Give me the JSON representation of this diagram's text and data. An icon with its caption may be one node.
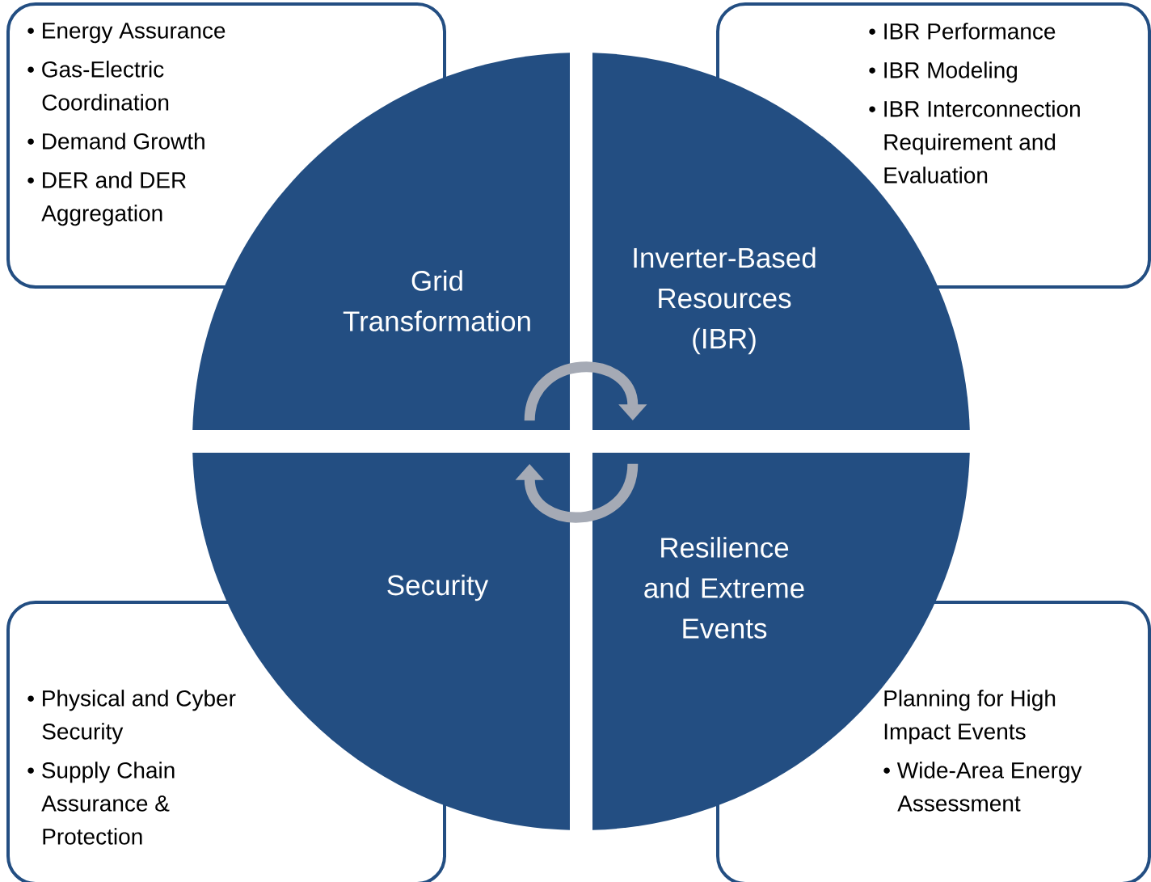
{
  "diagram": {
    "nodes": [
      {
        "text": [
          "• Energy Assurance",
          "• Gas-Electric Coordination",
          "• Demand Growth",
          "• DER and DER Aggregation"
        ]
      },
      {
        "text": [
          "• IBR Performance",
          "• IBR Modeling",
          "• IBR Interconnection Requirement and Evaluation"
        ]
      },
      {
        "text": [
          "Grid Transformation"
        ]
      },
      {
        "text": [
          "Inverter-Based Resources (IBR)"
        ]
      },
      {
        "text": [
          "Security"
        ]
      },
      {
        "text": [
          "Resilience and Extreme Events"
        ]
      },
      {
        "text": [
          "• Physical and Cyber Security",
          "• Supply Chain Assurance & Protection"
        ]
      },
      {
        "text": [
          "Planning for High Impact Events",
          "• Wide-Area Energy Assessment"
        ]
      }
    ],
    "edges": [
      {
        "from": 2,
        "to": 3,
        "arrow": "to"
      },
      {
        "from": 5,
        "to": 4,
        "arrow": "to"
      }
    ]
  }
}
